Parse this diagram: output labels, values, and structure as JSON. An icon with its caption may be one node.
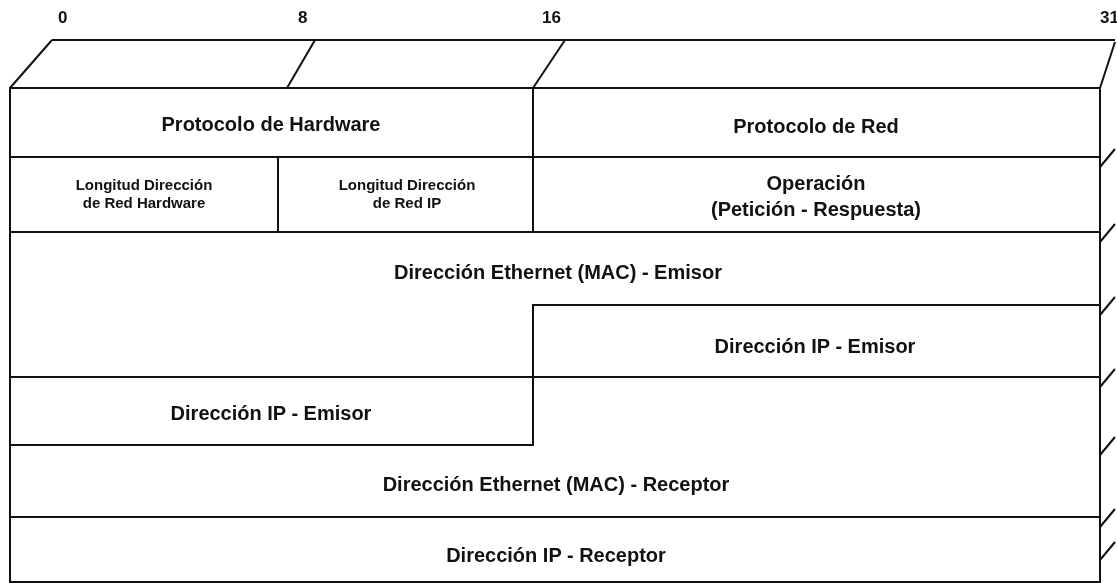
{
  "diagram": {
    "nodes": [
      {
        "text": [
          "Protocolo de Hardware"
        ]
      },
      {
        "text": [
          "Protocolo de Red"
        ]
      },
      {
        "text": [
          "Longitud Dirección de Red Hardware"
        ]
      },
      {
        "text": [
          "Longitud Dirección de Red IP"
        ]
      },
      {
        "text": [
          "Operación",
          "(Petición - Respuesta)"
        ]
      },
      {
        "text": [
          "Dirección Ethernet (MAC) - Emisor"
        ]
      },
      {
        "text": [
          "Dirección IP - Emisor"
        ]
      },
      {
        "text": [
          "Dirección IP - Emisor"
        ]
      },
      {
        "text": [
          "Dirección Ethernet (MAC) - Receptor"
        ]
      },
      {
        "text": [
          "Dirección IP - Receptor"
        ]
      }
    ],
    "labels": [
      "0",
      "8",
      "16",
      "31"
    ]
  }
}
